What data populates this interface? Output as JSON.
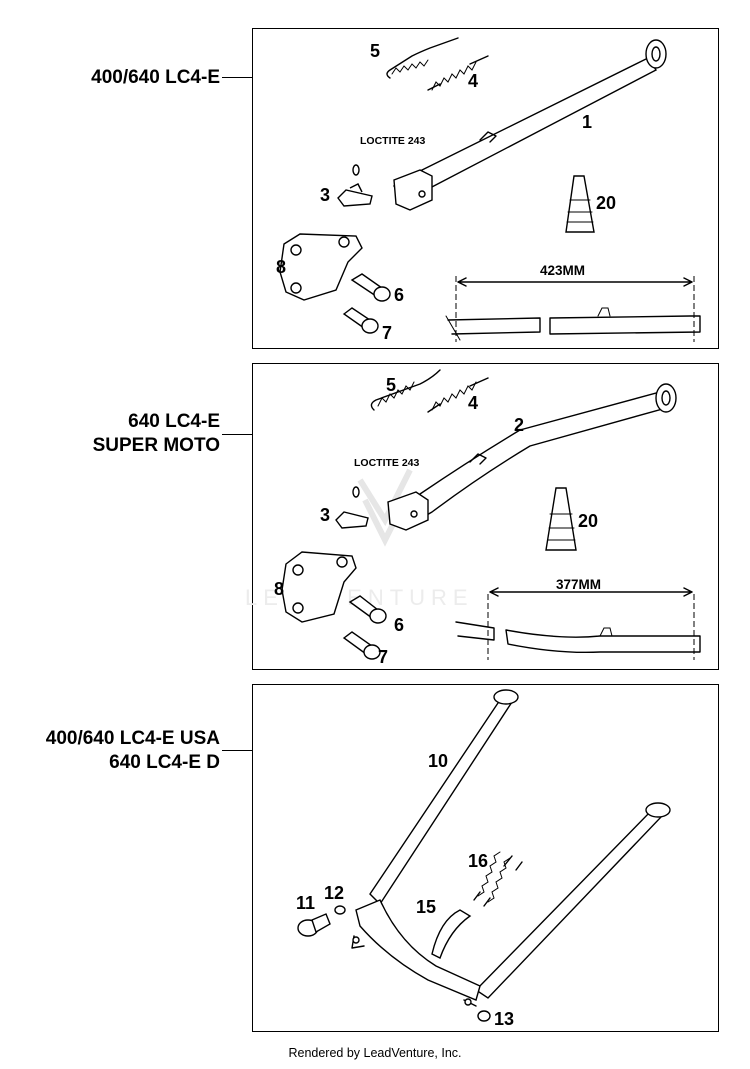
{
  "panels": [
    {
      "model_lines": [
        "400/640 LC4-E"
      ],
      "loctite": "LOCTITE 243",
      "measurement": "423MM",
      "callouts": {
        "spring_a": "5",
        "spring_b": "4",
        "stand": "1",
        "bolt_short": "3",
        "bottle": "20",
        "bracket": "8",
        "screw_a": "6",
        "screw_b": "7"
      }
    },
    {
      "model_lines": [
        "640 LC4-E",
        "SUPER MOTO"
      ],
      "loctite": "LOCTITE 243",
      "measurement": "377MM",
      "callouts": {
        "spring_a": "5",
        "spring_b": "4",
        "stand": "2",
        "bolt_short": "3",
        "bottle": "20",
        "bracket": "8",
        "screw_a": "6",
        "screw_b": "7"
      }
    },
    {
      "model_lines": [
        "400/640 LC4-E USA",
        "640 LC4-E D"
      ],
      "callouts": {
        "stand": "10",
        "springs": "16",
        "knob": "11",
        "washer": "12",
        "clip": "15",
        "nut": "13"
      }
    }
  ],
  "footer": "Rendered by LeadVenture, Inc."
}
